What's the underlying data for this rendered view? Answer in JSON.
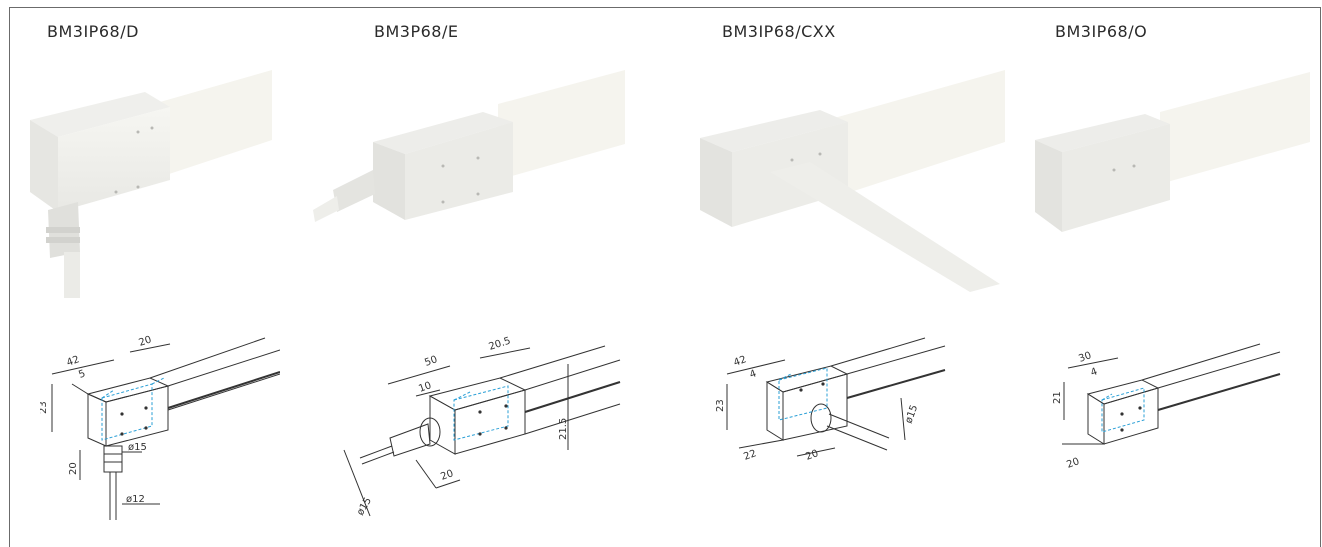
{
  "products": [
    {
      "code": "BM3IP68/D",
      "dimensions": {
        "length": "42",
        "width": "20",
        "inner": "5",
        "height": "23",
        "cable_diameter_top": "ø15",
        "cable_length": "20",
        "cable_diameter_bottom": "ø12"
      }
    },
    {
      "code": "BM3P68/E",
      "dimensions": {
        "length": "50",
        "width": "20.5",
        "inner": "10",
        "height": "21.5",
        "cable_length": "20",
        "cable_diameter": "ø15"
      }
    },
    {
      "code": "BM3IP68/CXX",
      "dimensions": {
        "length": "42",
        "inner": "4",
        "height": "23",
        "cable_diameter": "ø15",
        "depth": "22",
        "cable_offset": "20"
      }
    },
    {
      "code": "BM3IP68/O",
      "dimensions": {
        "length": "30",
        "inner": "4",
        "height": "21",
        "depth": "20"
      }
    }
  ],
  "colors": {
    "dimension_line": "#333333",
    "hidden_line": "#2a9fd6",
    "photo_body": "#f1f1ee"
  }
}
